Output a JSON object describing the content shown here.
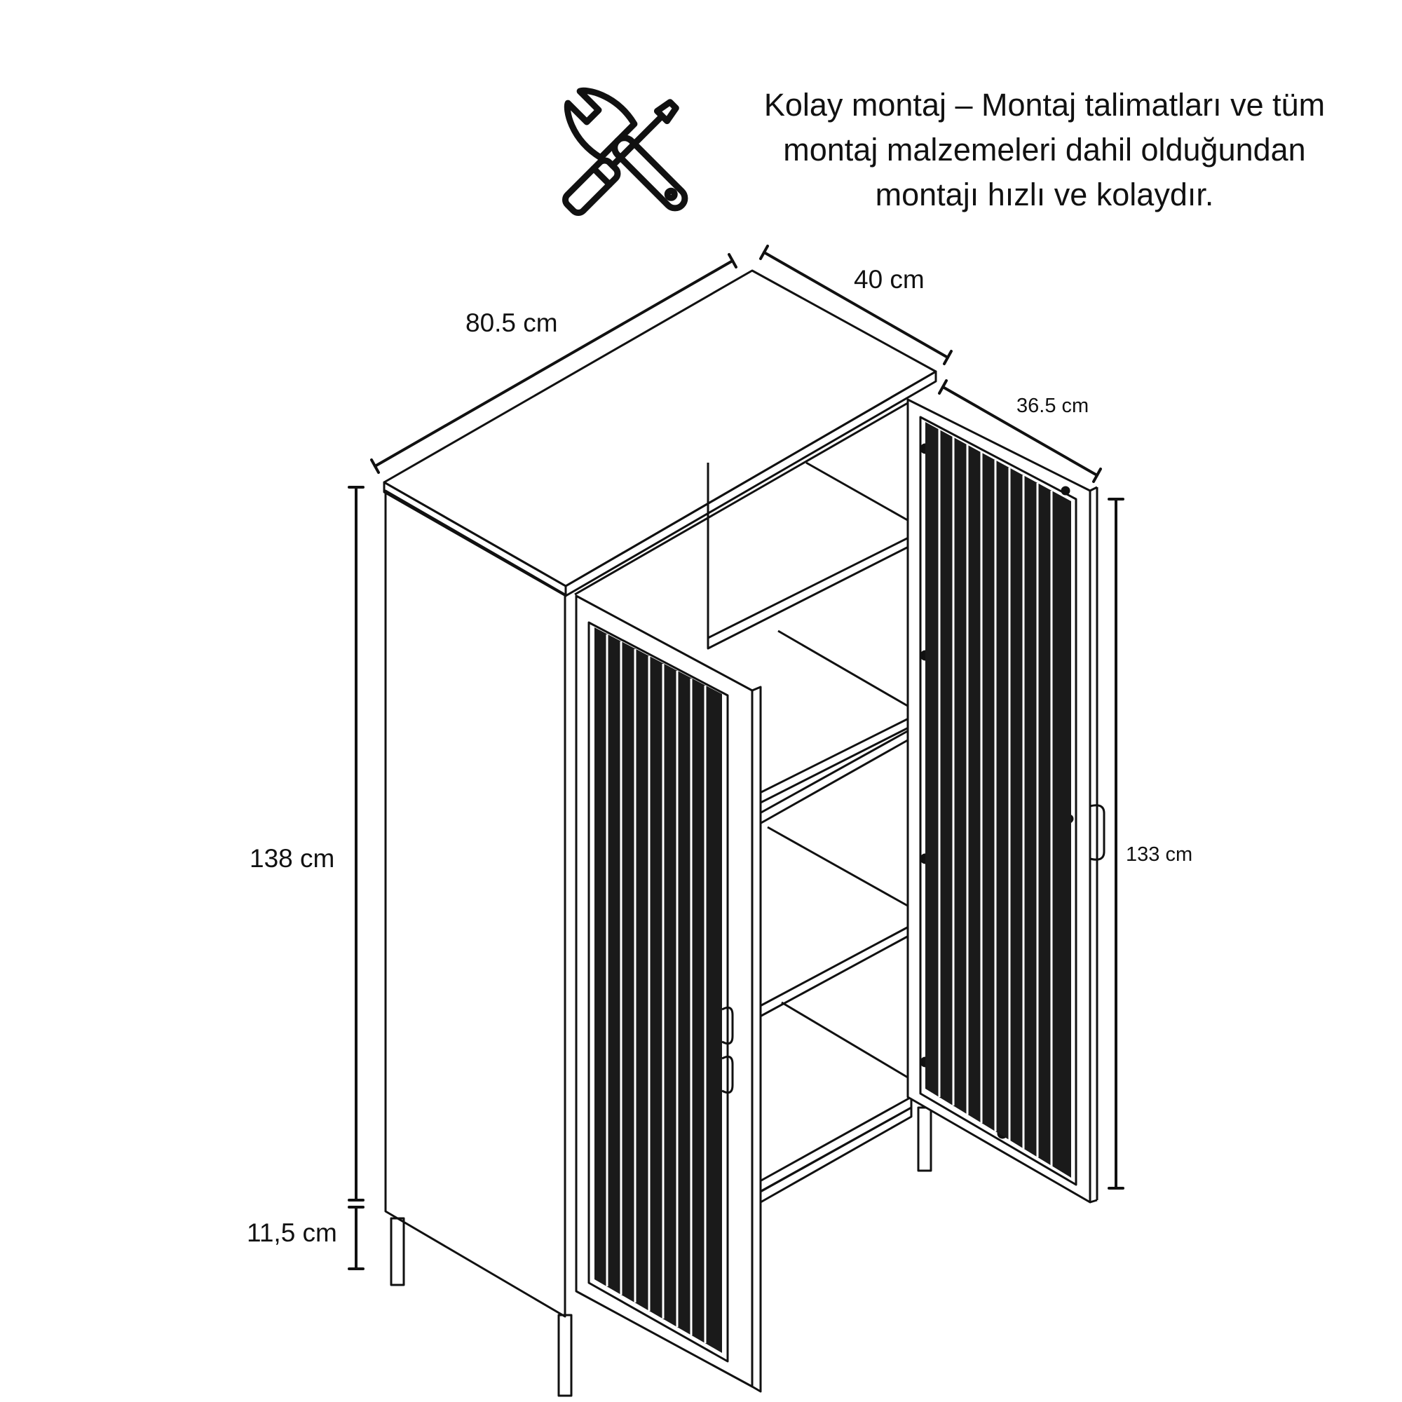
{
  "icon": "wrench-screwdriver-icon",
  "assembly_note": {
    "line1": "Kolay montaj – Montaj talimatları ve tüm",
    "line2": "montaj malzemeleri dahil olduğundan",
    "line3": "montajı hızlı ve kolaydır."
  },
  "dimensions": {
    "width": "80.5 cm",
    "depth": "40 cm",
    "door_depth": "36.5 cm",
    "height": "138 cm",
    "leg_height": "11,5 cm",
    "door_height": "133 cm"
  },
  "colors": {
    "line": "#111111",
    "background": "#ffffff",
    "panel_fill": "#1a1a1a"
  }
}
